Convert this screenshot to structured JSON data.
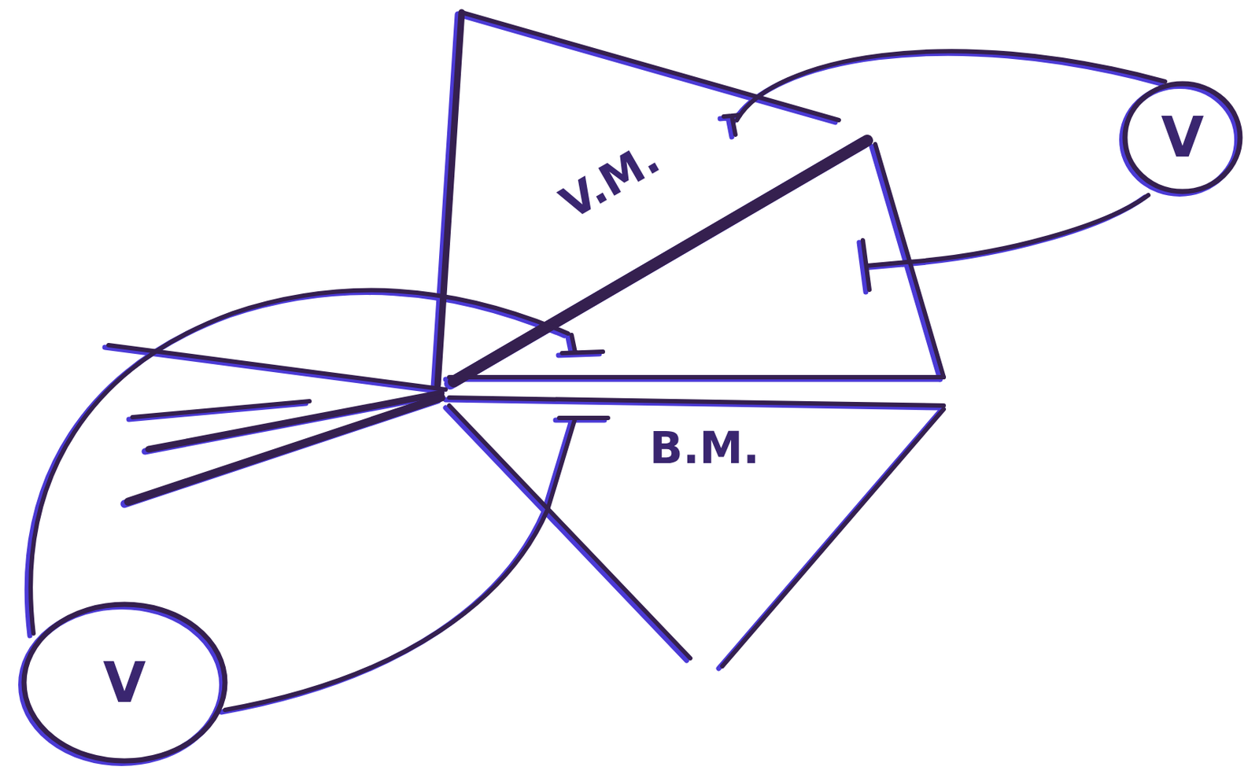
{
  "diagram": {
    "nodes": [
      {
        "text": [
          "V"
        ]
      },
      {
        "text": [
          "V"
        ]
      }
    ],
    "labels": [
      "V.M.",
      "B.M."
    ]
  }
}
